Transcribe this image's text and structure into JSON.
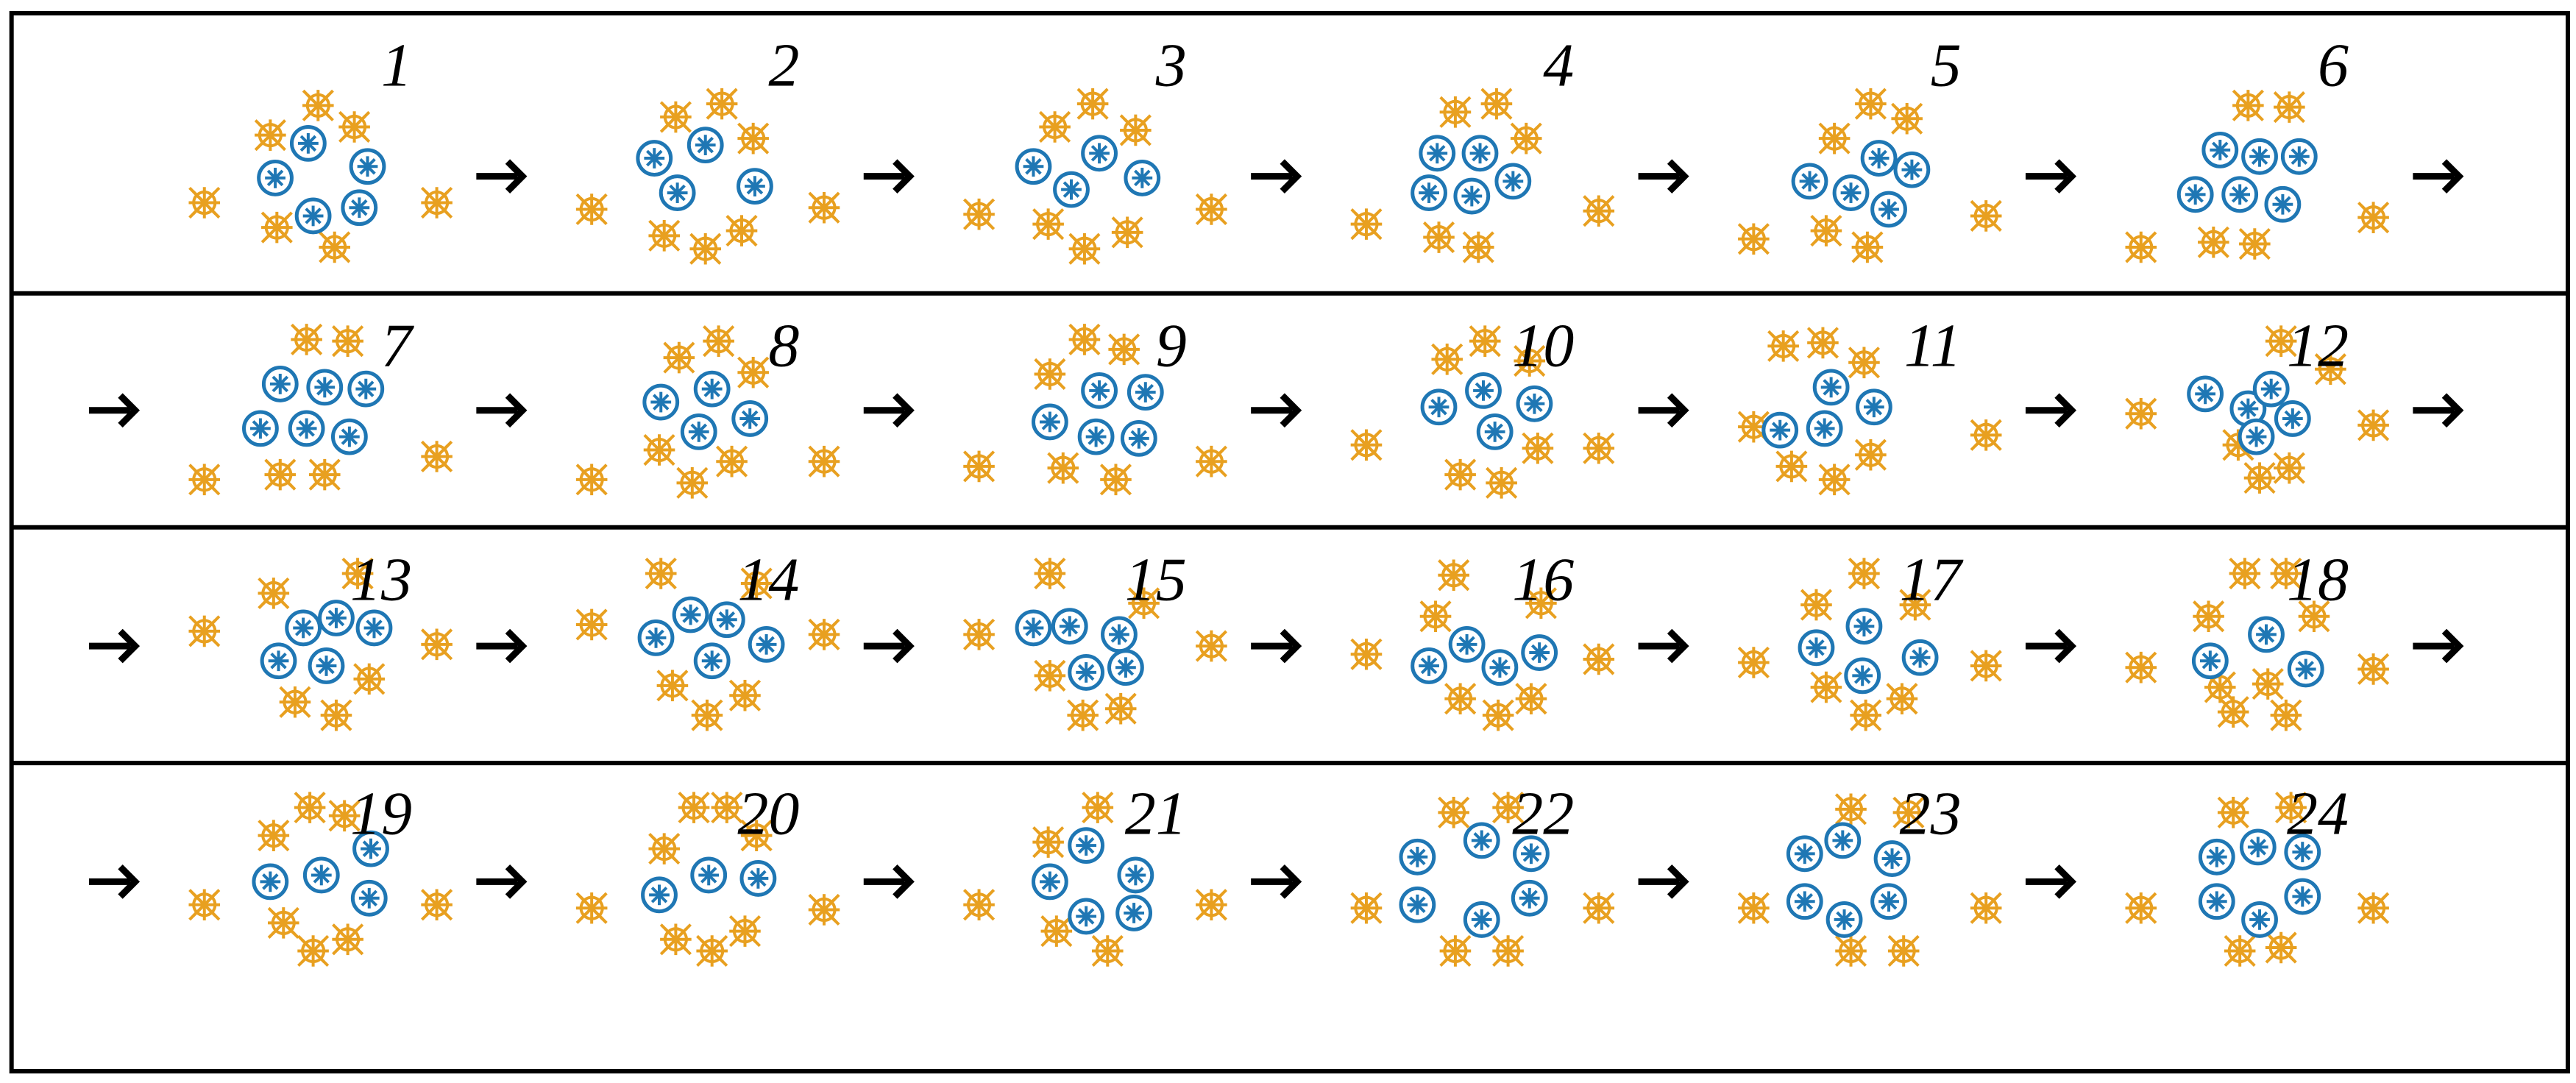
{
  "colors": {
    "blue": "#1f77b4",
    "orange": "#e8a020",
    "line": "#000000"
  },
  "icons": {
    "blue_particle": "asterisk-circle-icon",
    "orange_particle": "crossed-asterisk-icon",
    "arrow": "right-arrow-icon"
  },
  "rows": 4,
  "columns": 6,
  "frames": [
    {
      "label": "1"
    },
    {
      "label": "2"
    },
    {
      "label": "3"
    },
    {
      "label": "4"
    },
    {
      "label": "5"
    },
    {
      "label": "6"
    },
    {
      "label": "7"
    },
    {
      "label": "8"
    },
    {
      "label": "9"
    },
    {
      "label": "10"
    },
    {
      "label": "11"
    },
    {
      "label": "12"
    },
    {
      "label": "13"
    },
    {
      "label": "14"
    },
    {
      "label": "15"
    },
    {
      "label": "16"
    },
    {
      "label": "17"
    },
    {
      "label": "18"
    },
    {
      "label": "19"
    },
    {
      "label": "20"
    },
    {
      "label": "21"
    },
    {
      "label": "22"
    },
    {
      "label": "23"
    },
    {
      "label": "24"
    }
  ]
}
